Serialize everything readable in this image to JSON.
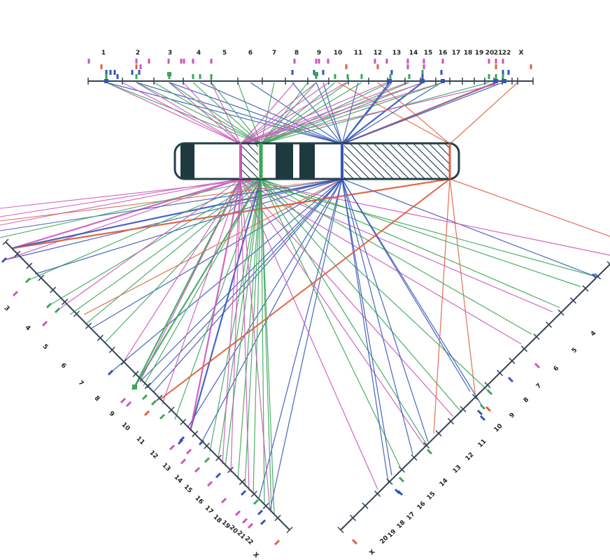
{
  "colors": {
    "pink": "#cc55bb",
    "green": "#3aa657",
    "blue": "#3355b8",
    "red": "#e0603f",
    "axis": "#334455",
    "chromosome_dark": "#1e3a3f",
    "chromosome_outline": "#234049"
  },
  "top_axis": {
    "labels": [
      "1",
      "2",
      "3",
      "4",
      "5",
      "6",
      "7",
      "8",
      "9",
      "10",
      "11",
      "12",
      "13",
      "14",
      "15",
      "16",
      "17",
      "18",
      "19",
      "20",
      "21",
      "22",
      "X"
    ]
  },
  "left_axis": {
    "labels": [
      "3",
      "4",
      "5",
      "6",
      "7",
      "8",
      "9",
      "10",
      "11",
      "12",
      "13",
      "14",
      "15",
      "16",
      "17",
      "18",
      "19",
      "20",
      "21",
      "22",
      "X"
    ]
  },
  "right_axis": {
    "labels": [
      "4",
      "5",
      "6",
      "7",
      "8",
      "9",
      "10",
      "11",
      "12",
      "13",
      "14",
      "15",
      "16",
      "17",
      "18",
      "19",
      "20",
      "X"
    ]
  }
}
